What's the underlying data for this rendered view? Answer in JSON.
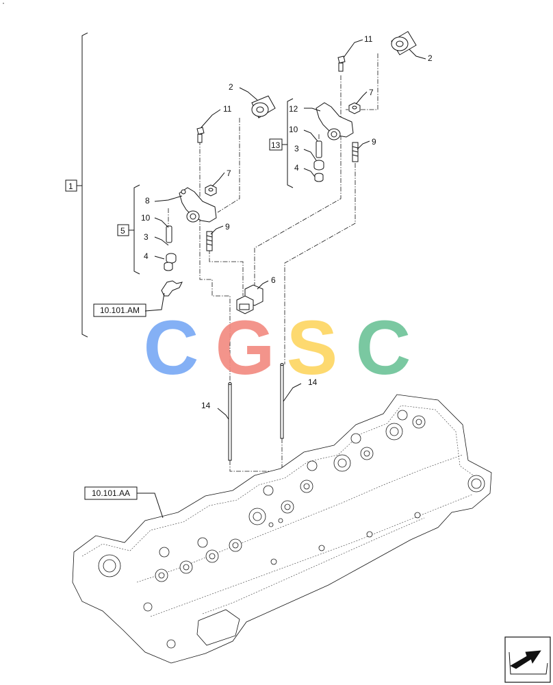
{
  "corner_mark": "·",
  "callouts": {
    "c1": "1",
    "c2a": "2",
    "c2b": "2",
    "c3a": "3",
    "c3b": "3",
    "c4a": "4",
    "c4b": "4",
    "c5": "5",
    "c6": "6",
    "c7a": "7",
    "c7b": "7",
    "c8": "8",
    "c9a": "9",
    "c9b": "9",
    "c10a": "10",
    "c10b": "10",
    "c11a": "11",
    "c11b": "11",
    "c12": "12",
    "c13": "13",
    "c14a": "14",
    "c14b": "14"
  },
  "references": {
    "ref_am": "10.101.AM",
    "ref_aa": "10.101.AA"
  },
  "watermark": {
    "letters": [
      "C",
      "G",
      "S",
      "C"
    ],
    "colors": [
      "#7aaaf5",
      "#f28b82",
      "#fdd663",
      "#6fc49a"
    ]
  },
  "nav_icon": "arrow-navigation-icon"
}
